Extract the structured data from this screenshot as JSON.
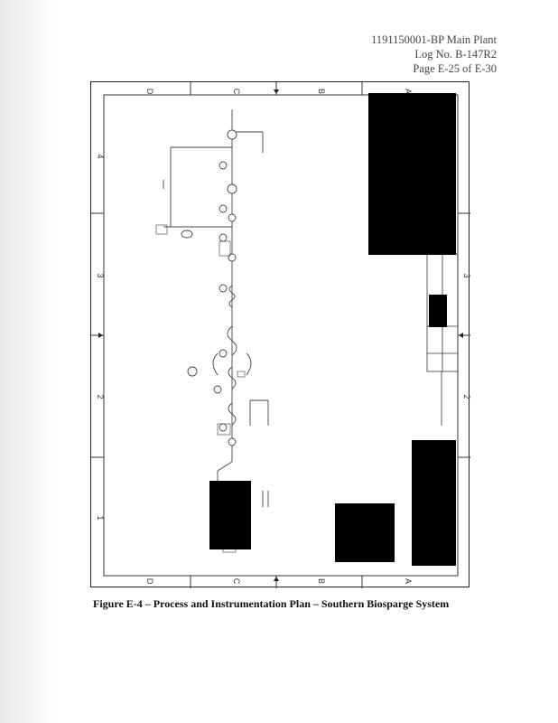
{
  "header": {
    "line1": "1191150001-BP Main Plant",
    "line2": "Log No. B-147R2",
    "line3": "Page E-25 of E-30"
  },
  "figure": {
    "zone_letters_top": [
      "D",
      "C",
      "B",
      "A"
    ],
    "zone_letters_bottom": [
      "D",
      "C",
      "B",
      "A"
    ],
    "zone_numbers_left": [
      "4",
      "3",
      "2",
      "1"
    ],
    "zone_numbers_right": [
      "3",
      "2"
    ]
  },
  "caption": "Figure E-4 – Process and Instrumentation Plan – Southern Biosparge System"
}
